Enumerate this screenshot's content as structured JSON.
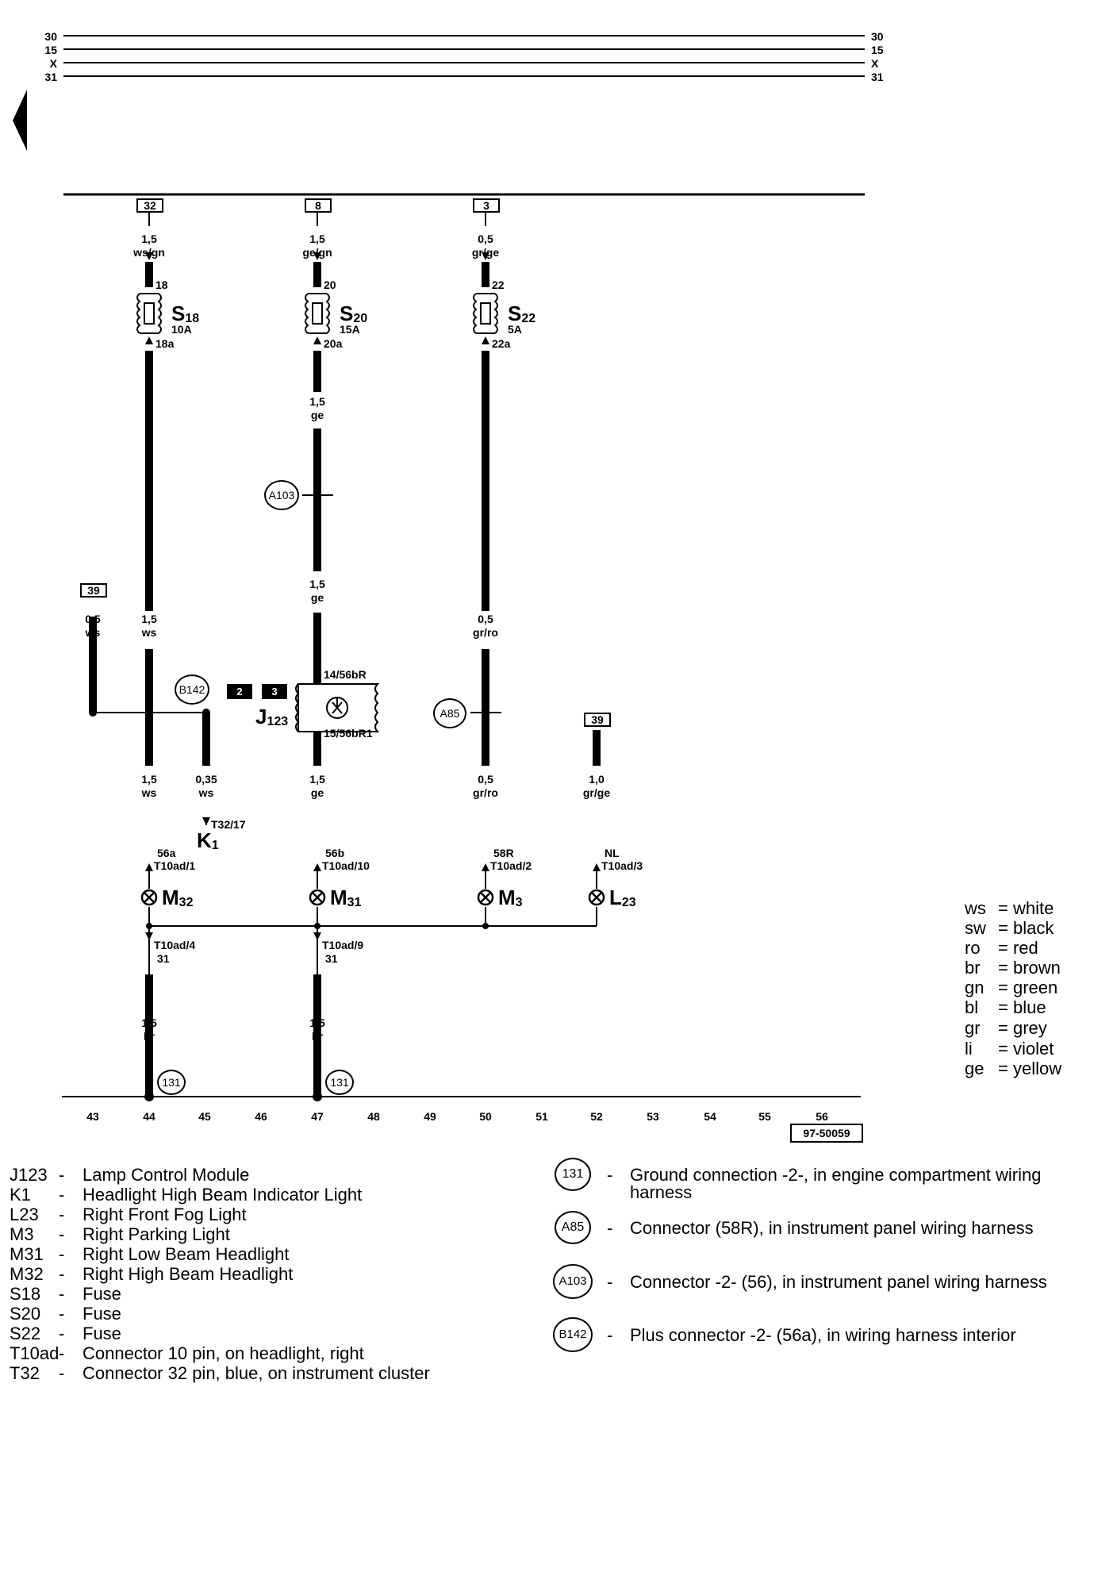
{
  "bus_labels": [
    "30",
    "15",
    "X",
    "31"
  ],
  "fuses": [
    {
      "id": "s18",
      "box": "32",
      "size": "1,5",
      "color": "ws/gn",
      "pin_in": "18",
      "name": "S",
      "sub": "18",
      "amps": "10A",
      "pin_out": "18a"
    },
    {
      "id": "s20",
      "box": "8",
      "size": "1,5",
      "color": "ge/gn",
      "pin_in": "20",
      "name": "S",
      "sub": "20",
      "amps": "15A",
      "pin_out": "20a"
    },
    {
      "id": "s22",
      "box": "3",
      "size": "0,5",
      "color": "gr/ge",
      "pin_in": "22",
      "name": "S",
      "sub": "22",
      "amps": "5A",
      "pin_out": "22a"
    }
  ],
  "wires": {
    "w_a1": {
      "size": "1,5",
      "color": "ge"
    },
    "w_a2": {
      "size": "1,5",
      "color": "ge"
    },
    "w_39": {
      "box": "39",
      "size": "0,5",
      "color": "ws"
    },
    "w_ws": {
      "size": "1,5",
      "color": "ws"
    },
    "w_grro": {
      "size": "0,5",
      "color": "gr/ro"
    },
    "w_m32": {
      "size": "1,5",
      "color": "ws"
    },
    "w_k1": {
      "size": "0,35",
      "color": "ws"
    },
    "w_m31": {
      "size": "1,5",
      "color": "ge"
    },
    "w_m3": {
      "size": "0,5",
      "color": "gr/ro"
    },
    "w_l23": {
      "box": "39",
      "size": "1,0",
      "color": "gr/ge"
    },
    "w_g1": {
      "size": "1,5",
      "color": "br"
    },
    "w_g2": {
      "size": "1,5",
      "color": "br"
    }
  },
  "j123": {
    "name": "J",
    "sub": "123",
    "pin_in": "14/56bR",
    "pin_out": "15/56bR1",
    "block1": "2",
    "block2": "3"
  },
  "k1": {
    "pin": "T32/17",
    "name": "K",
    "sub": "1"
  },
  "lamps": [
    {
      "id": "m32",
      "term": "56a",
      "conn": "T10ad/1",
      "name": "M",
      "sub": "32"
    },
    {
      "id": "m31",
      "term": "56b",
      "conn": "T10ad/10",
      "name": "M",
      "sub": "31"
    },
    {
      "id": "m3",
      "term": "58R",
      "conn": "T10ad/2",
      "name": "M",
      "sub": "3"
    },
    {
      "id": "l23",
      "term": "NL",
      "conn": "T10ad/3",
      "name": "L",
      "sub": "23"
    }
  ],
  "grounds": [
    {
      "conn": "T10ad/4",
      "term": "31"
    },
    {
      "conn": "T10ad/9",
      "term": "31"
    }
  ],
  "connectors_on_diagram": {
    "a103": "A103",
    "a85": "A85",
    "b142": "B142",
    "g131a": "131",
    "g131b": "131"
  },
  "tracks": [
    "43",
    "44",
    "45",
    "46",
    "47",
    "48",
    "49",
    "50",
    "51",
    "52",
    "53",
    "54",
    "55",
    "56"
  ],
  "diagram_id": "97-50059",
  "color_legend": [
    {
      "code": "ws",
      "eq": "= white"
    },
    {
      "code": "sw",
      "eq": "= black"
    },
    {
      "code": "ro",
      "eq": "= red"
    },
    {
      "code": "br",
      "eq": "= brown"
    },
    {
      "code": "gn",
      "eq": "= green"
    },
    {
      "code": "bl",
      "eq": "= blue"
    },
    {
      "code": "gr",
      "eq": "= grey"
    },
    {
      "code": "li",
      "eq": "= violet"
    },
    {
      "code": "ge",
      "eq": "= yellow"
    }
  ],
  "component_list": [
    {
      "code": "J123",
      "desc": "Lamp Control Module"
    },
    {
      "code": "K1",
      "desc": "Headlight High Beam Indicator Light"
    },
    {
      "code": "L23",
      "desc": "Right Front Fog Light"
    },
    {
      "code": "M3",
      "desc": "Right Parking Light"
    },
    {
      "code": "M31",
      "desc": "Right Low Beam Headlight"
    },
    {
      "code": "M32",
      "desc": "Right High Beam Headlight"
    },
    {
      "code": "S18",
      "desc": "Fuse"
    },
    {
      "code": "S20",
      "desc": "Fuse"
    },
    {
      "code": "S22",
      "desc": "Fuse"
    },
    {
      "code": "T10ad",
      "desc": "Connector 10 pin, on headlight, right"
    },
    {
      "code": "T32",
      "desc": "Connector 32 pin, blue, on instrument cluster"
    }
  ],
  "dash": "-",
  "connector_list": [
    {
      "symbol": "131",
      "desc1": "Ground connection -2-, in engine compartment wiring",
      "desc2": "harness"
    },
    {
      "symbol": "A85",
      "desc1": "Connector (58R), in instrument panel wiring harness",
      "desc2": ""
    },
    {
      "symbol": "A103",
      "desc1": "Connector -2- (56), in instrument panel wiring harness",
      "desc2": ""
    },
    {
      "symbol": "B142",
      "desc1": "Plus connector -2- (56a), in wiring harness interior",
      "desc2": ""
    }
  ]
}
